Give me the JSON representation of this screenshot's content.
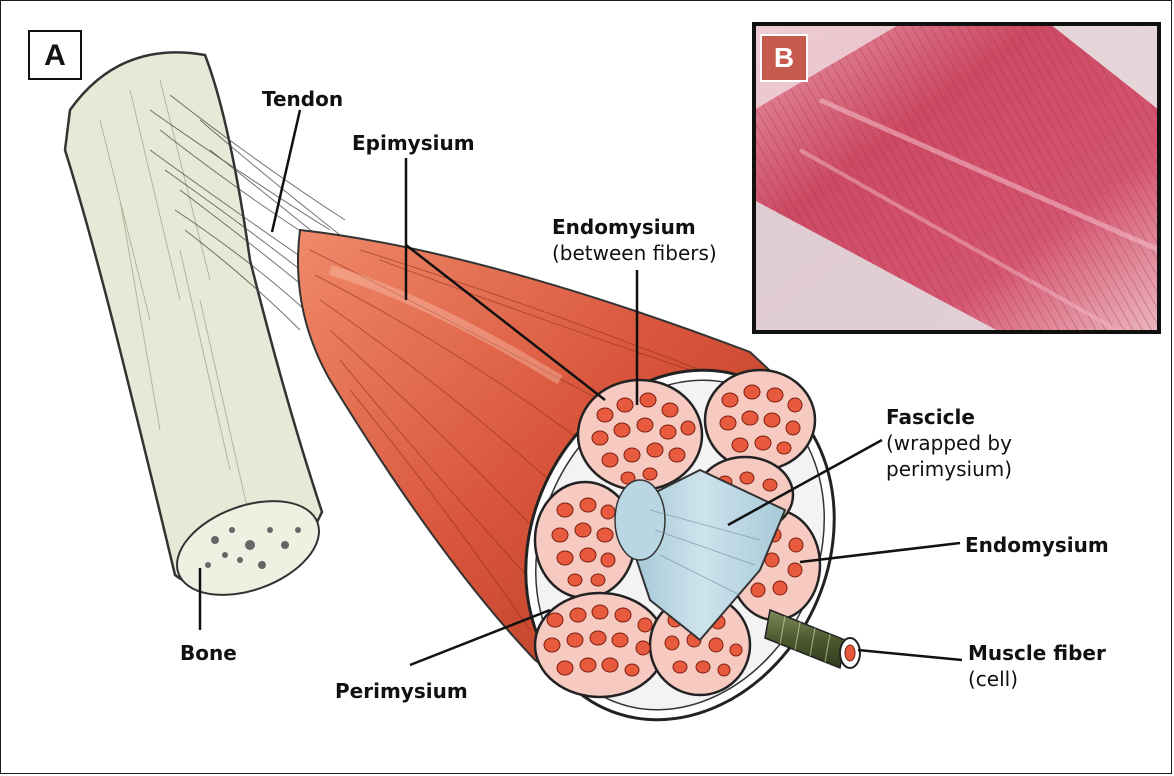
{
  "panels": {
    "a": "A",
    "b": "B"
  },
  "labels": {
    "tendon": "Tendon",
    "epimysium": "Epimysium",
    "endomysium_top": "Endomysium",
    "endomysium_top_sub": "(between fibers)",
    "fascicle": "Fascicle",
    "fascicle_sub1": "(wrapped by",
    "fascicle_sub2": "perimysium)",
    "endomysium_right": "Endomysium",
    "bone": "Bone",
    "perimysium": "Perimysium",
    "muscle_fiber": "Muscle fiber",
    "muscle_fiber_sub": "(cell)"
  },
  "colors": {
    "muscle": "#d8543a",
    "muscle_dark": "#a9361f",
    "bone": "#e5ead6",
    "fascicle_fill": "#f6c9c1",
    "fiber": "#e85a3d",
    "fascicle_blue": "#b9d6e2",
    "micrograph": "#cc4a63"
  }
}
